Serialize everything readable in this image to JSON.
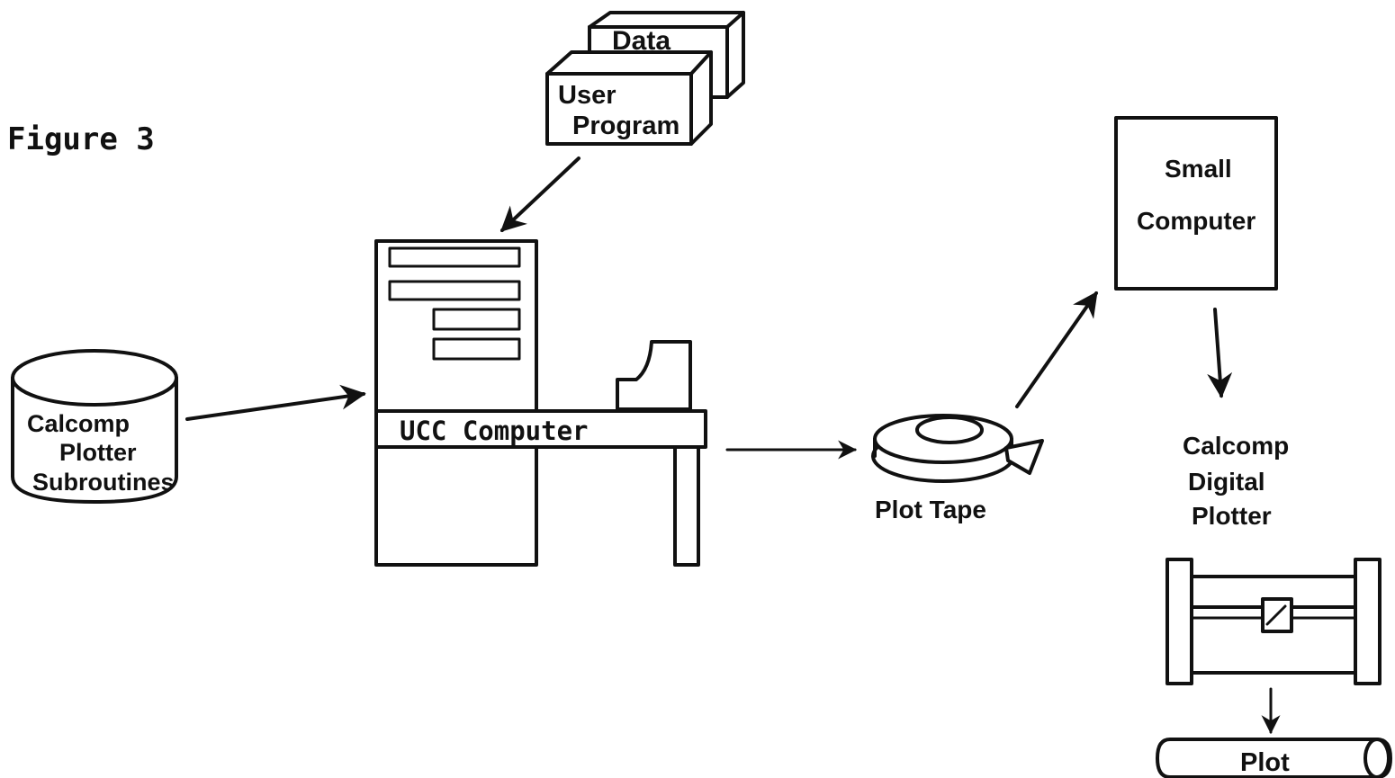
{
  "figure": {
    "caption": "Figure 3"
  },
  "nodes": {
    "data_deck": "Data",
    "user_program_line1": "User",
    "user_program_line2": "Program",
    "subroutines_line1": "Calcomp",
    "subroutines_line2": "Plotter",
    "subroutines_line3": "Subroutines",
    "ucc_computer": "UCC Computer",
    "plot_tape": "Plot Tape",
    "small_computer_line1": "Small",
    "small_computer_line2": "Computer",
    "digital_plotter_line1": "Calcomp",
    "digital_plotter_line2": "Digital",
    "digital_plotter_line3": "Plotter",
    "plot_output": "Plot"
  },
  "edges": [
    {
      "from": "user_program",
      "to": "ucc_computer"
    },
    {
      "from": "calcomp_plotter_subroutines",
      "to": "ucc_computer"
    },
    {
      "from": "ucc_computer",
      "to": "plot_tape"
    },
    {
      "from": "plot_tape",
      "to": "small_computer"
    },
    {
      "from": "small_computer",
      "to": "calcomp_digital_plotter"
    },
    {
      "from": "calcomp_digital_plotter",
      "to": "plot"
    }
  ]
}
